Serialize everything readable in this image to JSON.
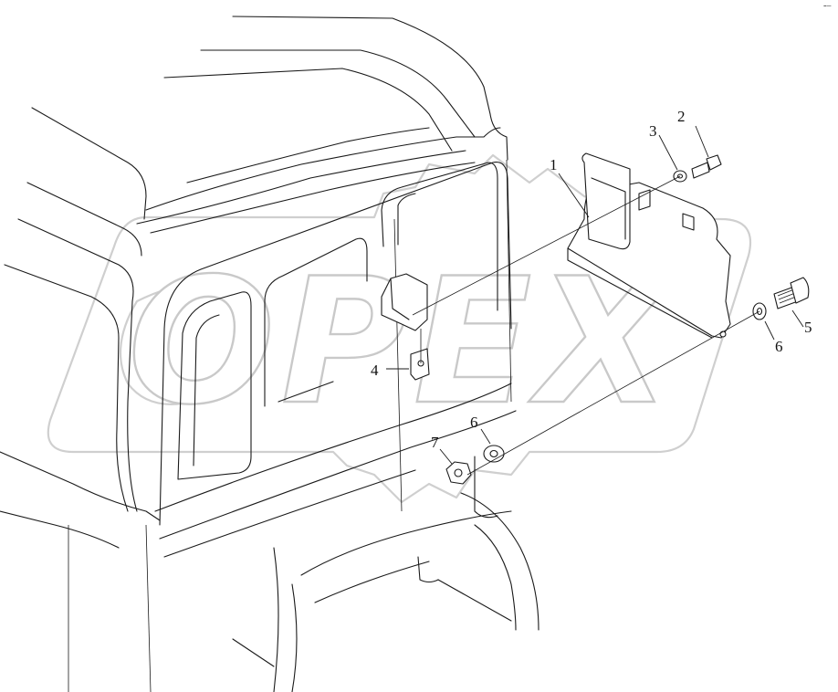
{
  "watermark": {
    "text": "OPEX"
  },
  "callouts": {
    "c1": "1",
    "c2": "2",
    "c3": "3",
    "c4": "4",
    "c5": "5",
    "c6a": "6",
    "c6b": "6",
    "c7": "7"
  },
  "corner_mark": "-–"
}
